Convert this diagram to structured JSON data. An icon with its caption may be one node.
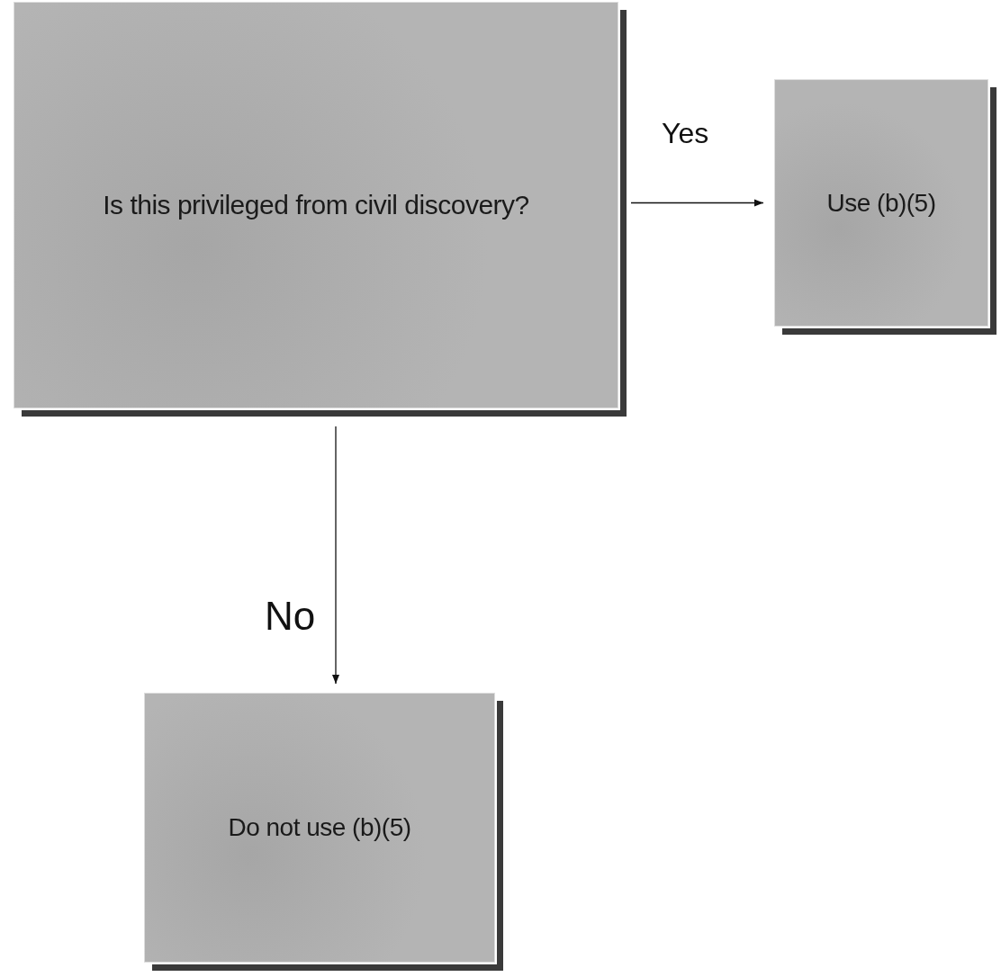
{
  "diagram": {
    "nodes": [
      {
        "text": [
          "Is this privileged from civil discovery?"
        ]
      },
      {
        "text": [
          "Use (b)(5)"
        ]
      },
      {
        "text": [
          "Do not use (b)(5)"
        ]
      }
    ],
    "edges": [
      {
        "from": 0,
        "to": 1,
        "arrow": "to",
        "label": "Yes"
      },
      {
        "from": 0,
        "to": 2,
        "arrow": "to",
        "label": "No"
      }
    ]
  }
}
